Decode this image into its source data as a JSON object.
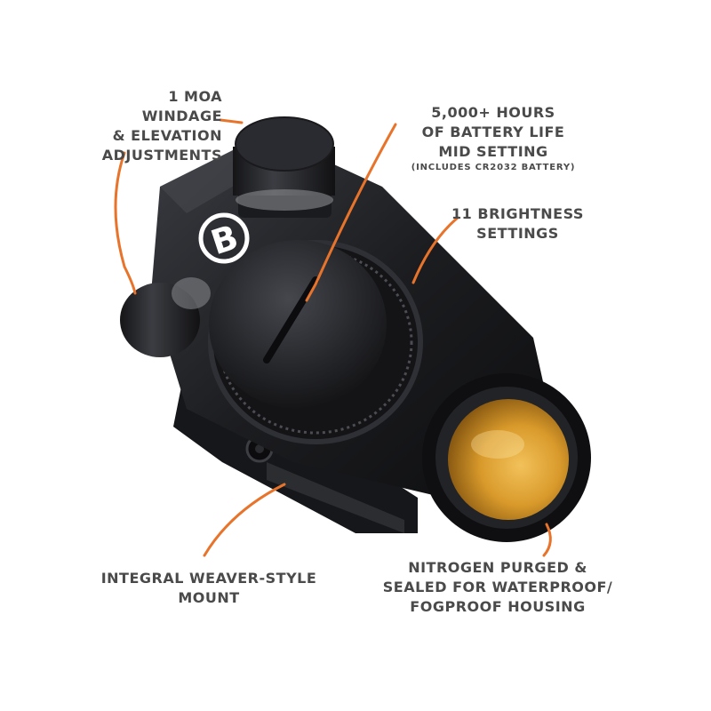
{
  "colors": {
    "accent": "#e8742c",
    "label_text": "#4a4a4a",
    "body": "#1c1d20",
    "lens": "#d99a2b"
  },
  "logo": {
    "brand_mark": "B"
  },
  "callouts": {
    "windage": {
      "line1": "1 MOA WINDAGE",
      "line2": "& ELEVATION",
      "line3": "ADJUSTMENTS"
    },
    "battery": {
      "line1": "5,000+ HOURS",
      "line2": "OF BATTERY LIFE",
      "line3": "MID SETTING",
      "line4": "(INCLUDES CR2032 BATTERY)"
    },
    "brightness": {
      "line1": "11 BRIGHTNESS",
      "line2": "SETTINGS"
    },
    "mount": {
      "line1": "INTEGRAL WEAVER-STYLE",
      "line2": "MOUNT"
    },
    "nitrogen": {
      "line1": "NITROGEN PURGED &",
      "line2": "SEALED FOR WATERPROOF/",
      "line3": "FOGPROOF HOUSING"
    }
  }
}
